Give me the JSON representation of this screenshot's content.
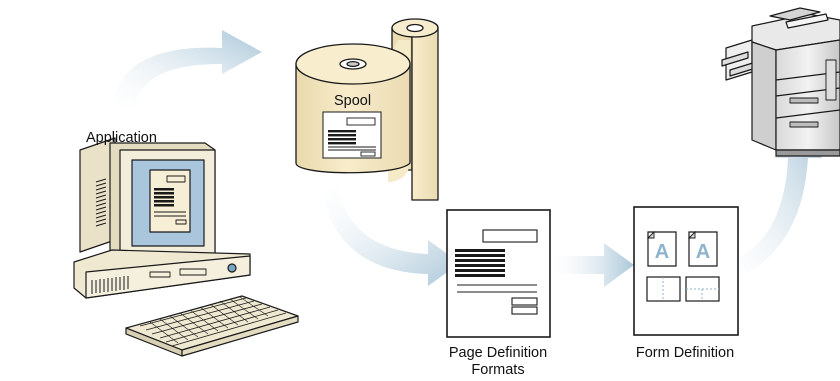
{
  "labels": {
    "application": "Application",
    "spool": "Spool",
    "page_definition_line1": "Page Definition",
    "page_definition_line2": "Formats",
    "form_definition": "Form Definition"
  },
  "form_page_letters": [
    "A",
    "A"
  ],
  "colors": {
    "flow_arrow": "#a9c6d8",
    "spool_fill": "#f4e7c3",
    "screen_fill": "#a9c6dd",
    "computer_fill": "#f1ecd8",
    "form_letter": "#8fb3cc",
    "outline": "#1a1a1a",
    "printer_fill": "#e6e6e6"
  },
  "icons": [
    "computer-icon",
    "spool-roll-icon",
    "document-icon",
    "form-definition-icon",
    "printer-icon"
  ]
}
